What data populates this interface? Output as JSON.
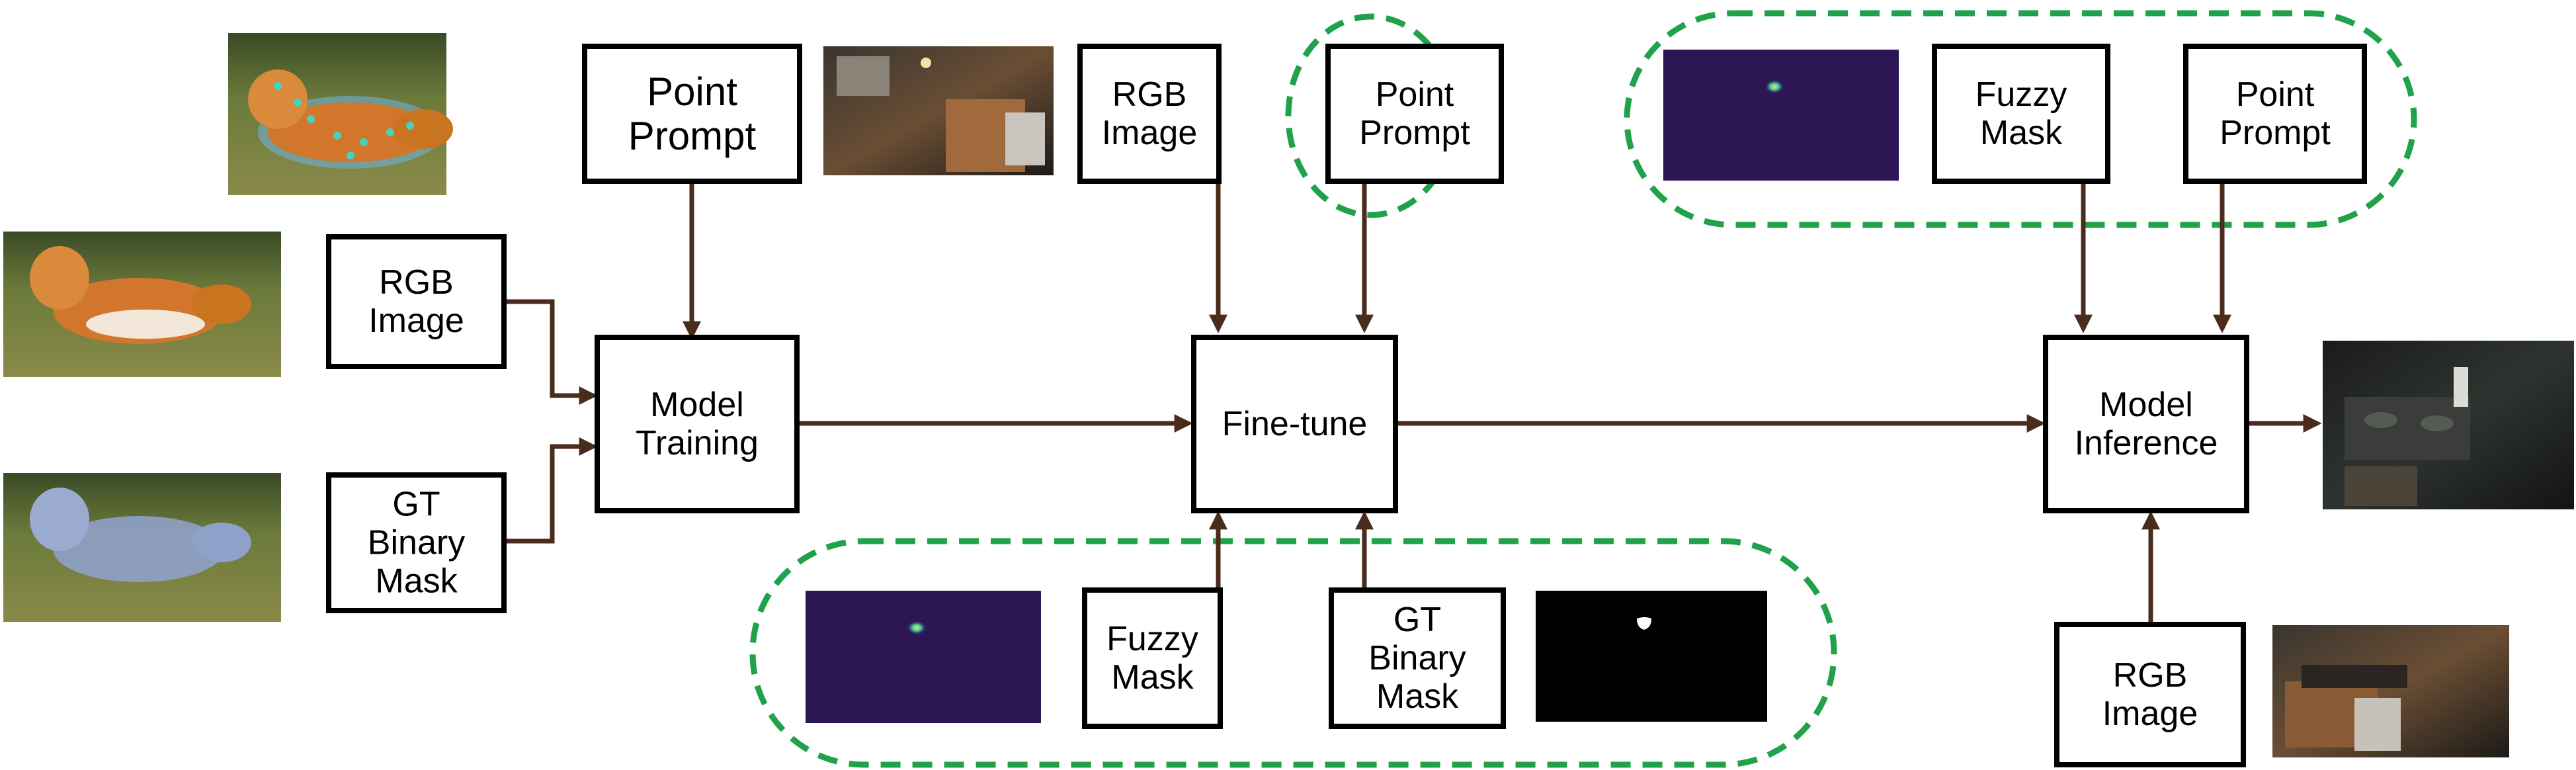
{
  "colors": {
    "box_border": "#000000",
    "arrow": "#4a2c1d",
    "dashed_group": "#1fa24a",
    "mask_background": "#2c1654",
    "gt_mask_background": "#000000"
  },
  "nodes": {
    "point_prompt_train": [
      "Point",
      "Prompt"
    ],
    "rgb_image_train": [
      "RGB",
      "Image"
    ],
    "gt_binary_mask_train": [
      "GT",
      "Binary",
      "Mask"
    ],
    "model_training": [
      "Model",
      "Training"
    ],
    "rgb_image_finetune": [
      "RGB",
      "Image"
    ],
    "point_prompt_finetune": [
      "Point",
      "Prompt"
    ],
    "fine_tune": [
      "Fine-tune"
    ],
    "fuzzy_mask_finetune": [
      "Fuzzy",
      "Mask"
    ],
    "gt_binary_mask_finetune": [
      "GT",
      "Binary",
      "Mask"
    ],
    "fuzzy_mask_inference": [
      "Fuzzy",
      "Mask"
    ],
    "point_prompt_inference": [
      "Point",
      "Prompt"
    ],
    "model_inference": [
      "Model",
      "Inference"
    ],
    "rgb_image_inference": [
      "RGB",
      "Image"
    ]
  },
  "images": {
    "corgi_with_points": "corgi photo with point prompts",
    "corgi_rgb": "corgi photo",
    "corgi_mask": "corgi mask overlay",
    "kitchen_finetune": "kitchen photo",
    "fuzzy_mask_finetune": "fuzzy mask heatmap",
    "gt_mask_finetune": "binary mask",
    "fuzzy_mask_inference": "fuzzy mask heatmap",
    "kitchen_output": "kitchen segmentation output",
    "kitchen_inference": "kitchen photo"
  }
}
